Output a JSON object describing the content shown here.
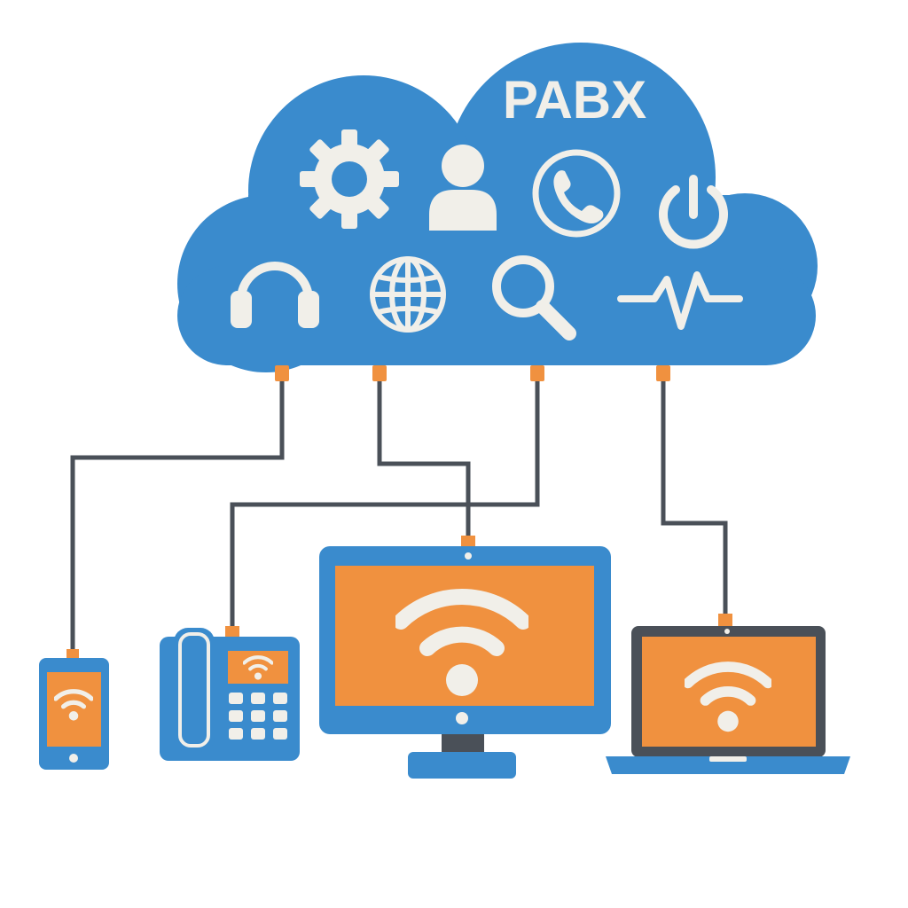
{
  "diagram": {
    "cloud": {
      "title": "PABX",
      "icons": [
        "gear-icon",
        "user-icon",
        "phone-call-icon",
        "power-icon",
        "headset-icon",
        "globe-icon",
        "search-icon",
        "pulse-icon"
      ]
    },
    "devices": [
      "smartphone",
      "desk-phone",
      "desktop-monitor",
      "laptop"
    ],
    "colors": {
      "cloud": "#3a8bcd",
      "icon": "#f1efe9",
      "screen": "#f0913f",
      "connector": "#f0913f",
      "line": "#4a5058",
      "device_frame": "#3a8bcd",
      "laptop_frame": "#4a5058",
      "background": "#ffffff"
    }
  }
}
